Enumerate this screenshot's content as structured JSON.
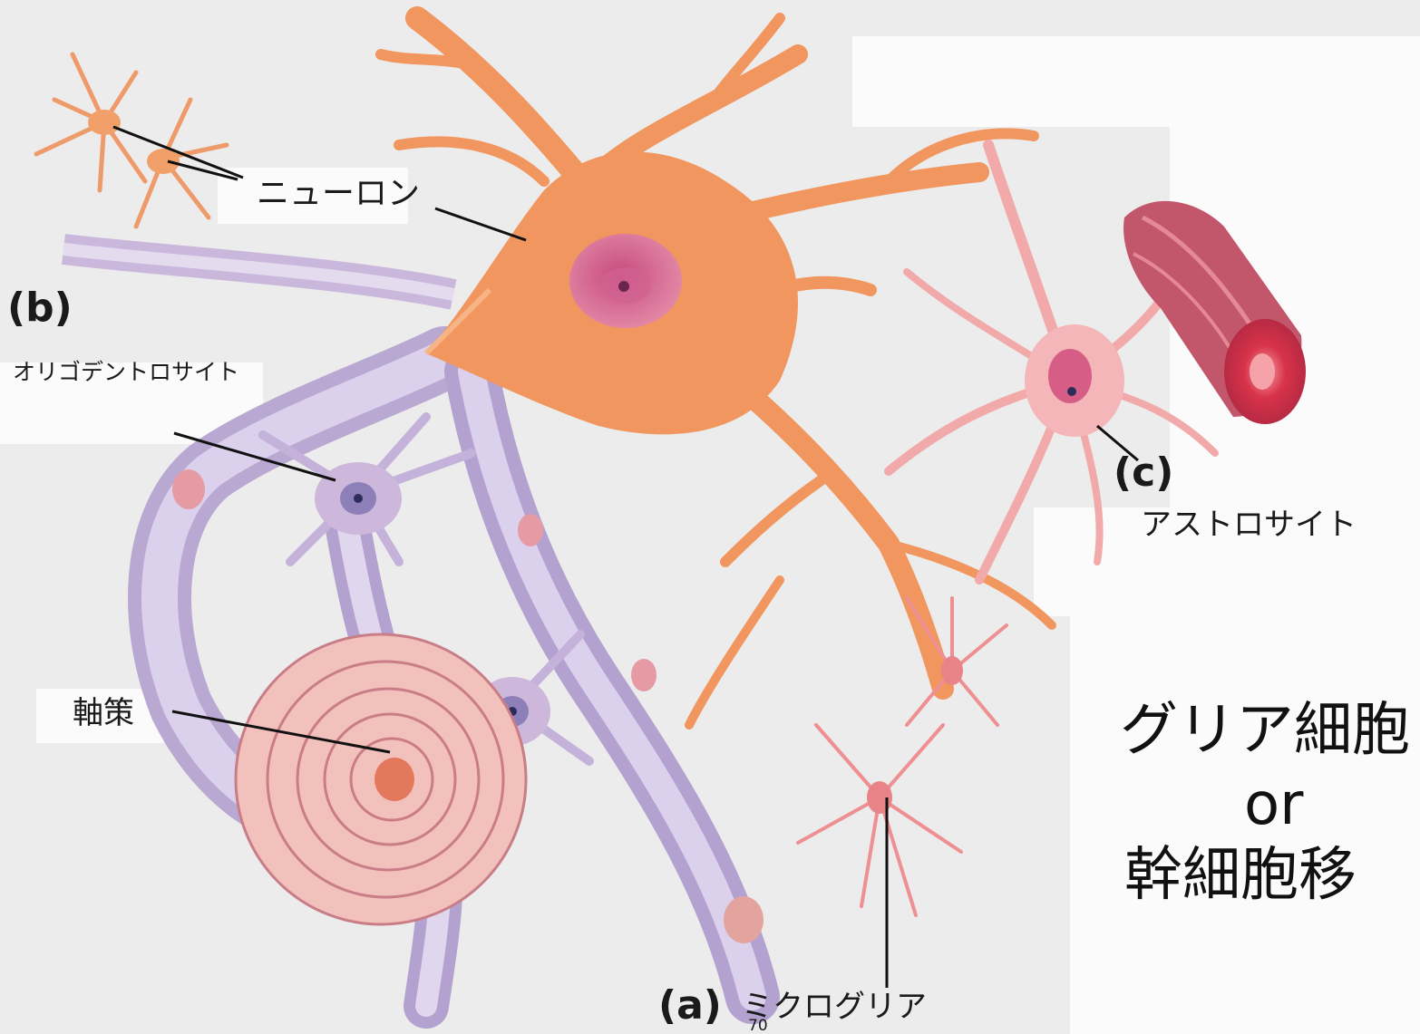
{
  "labels": {
    "neuron": "ニューロン",
    "b_letter": "(b)",
    "oligodendrocyte": "オリゴデントロサイト",
    "c_letter": "(c)",
    "astrocyte": "アストロサイト",
    "axon": "軸策",
    "a_letter": "(a)",
    "microglia": "ミクログリア",
    "page_number": "70"
  },
  "caption": {
    "line1": "グリア細胞",
    "line2": "or",
    "line3": "幹細胞移"
  },
  "colors": {
    "background": "#ececec",
    "neuron": "#f0965e",
    "myelin": "#c9b7d6",
    "astrocyte": "#f2a9a9",
    "vessel": "#c2566a"
  }
}
